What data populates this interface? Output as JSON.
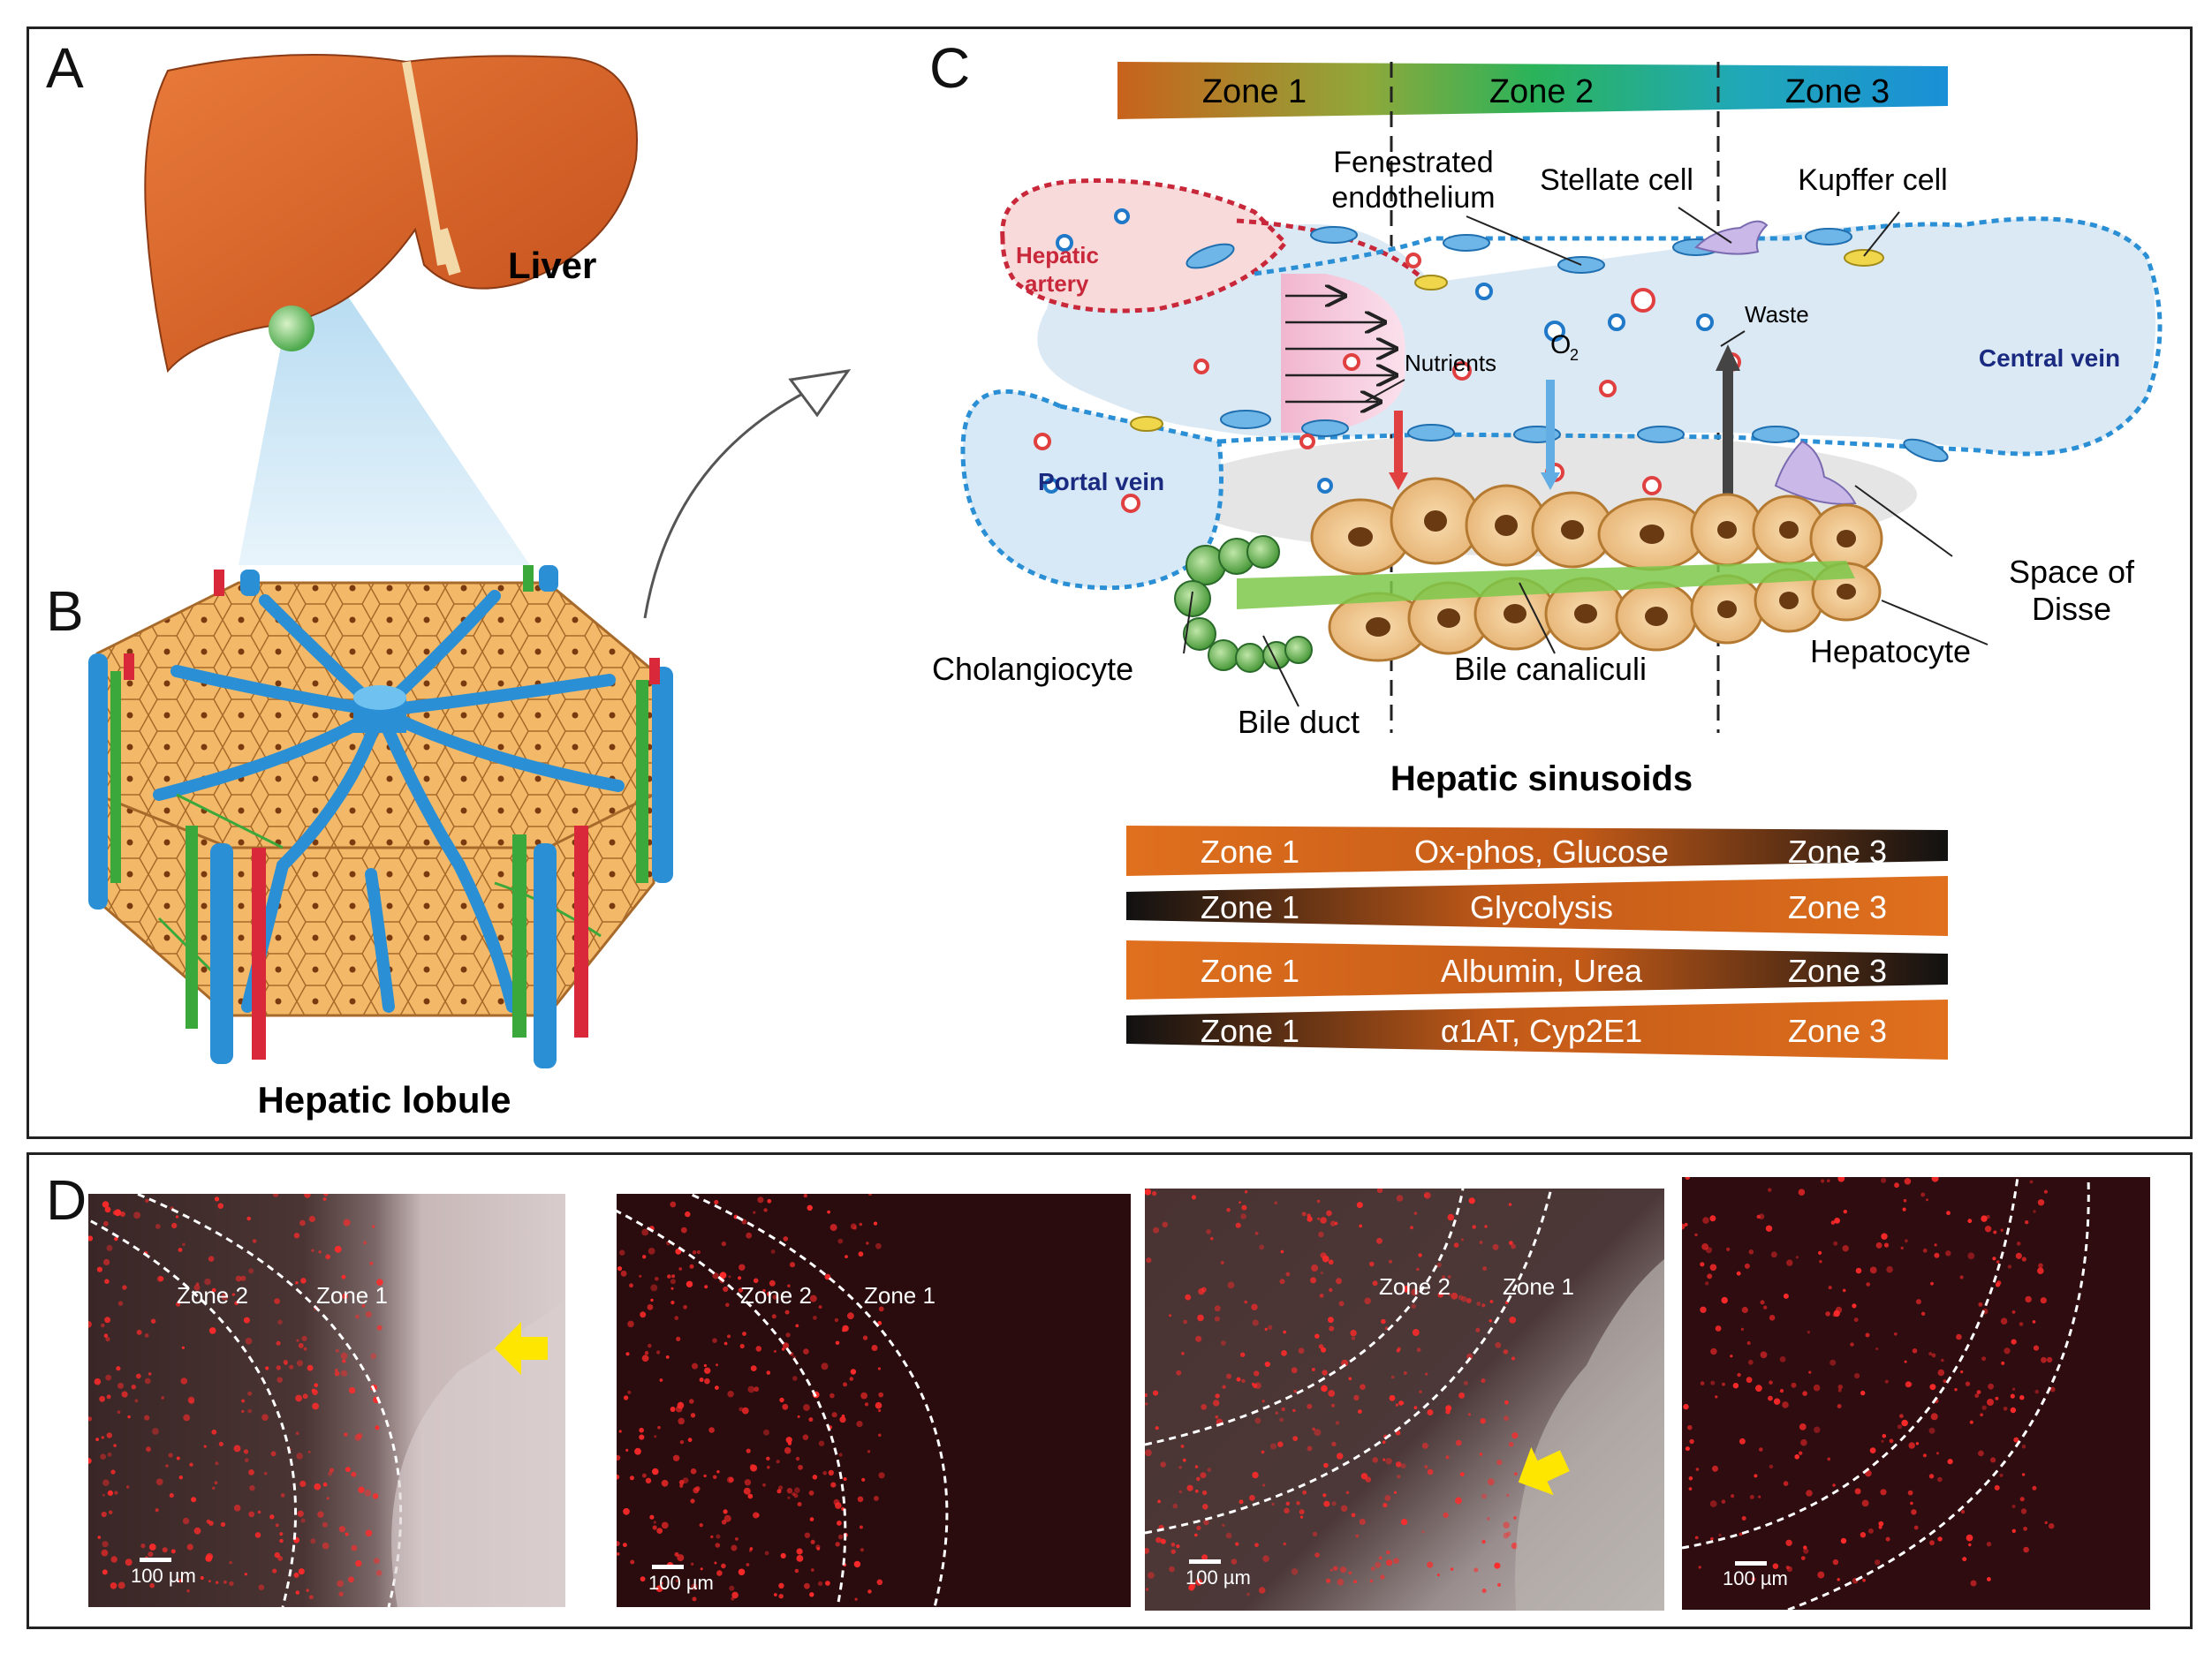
{
  "panels": {
    "a": "A",
    "b": "B",
    "c": "C",
    "d": "D"
  },
  "panel_a": {
    "liver_label": "Liver"
  },
  "panel_b": {
    "lobule_label": "Hepatic lobule"
  },
  "panel_c": {
    "zones": [
      "Zone 1",
      "Zone 2",
      "Zone 3"
    ],
    "labels": {
      "fenestrated_1": "Fenestrated",
      "fenestrated_2": "endothelium",
      "stellate": "Stellate cell",
      "kupffer": "Kupffer cell",
      "hepatic_artery_1": "Hepatic",
      "hepatic_artery_2": "artery",
      "nutrients": "Nutrients",
      "o2": "O",
      "o2_sub": "2",
      "waste": "Waste",
      "central_vein": "Central vein",
      "portal_vein": "Portal vein",
      "space_of_disse_1": "Space of",
      "space_of_disse_2": "Disse",
      "cholangiocyte": "Cholangiocyte",
      "bile_duct": "Bile duct",
      "bile_canaliculi": "Bile canaliculi",
      "hepatocyte": "Hepatocyte",
      "title": "Hepatic sinusoids"
    },
    "gradient_bars": [
      {
        "left": "Zone 1",
        "center": "Ox-phos, Glucose",
        "right": "Zone 3",
        "high_end": "left"
      },
      {
        "left": "Zone 1",
        "center": "Glycolysis",
        "right": "Zone 3",
        "high_end": "right"
      },
      {
        "left": "Zone 1",
        "center": "Albumin, Urea",
        "right": "Zone 3",
        "high_end": "left"
      },
      {
        "left": "Zone 1",
        "center": "α1AT, Cyp2E1",
        "right": "Zone 3",
        "high_end": "right"
      }
    ]
  },
  "panel_d": {
    "images": [
      {
        "zone_a": "Zone 2",
        "zone_b": "Zone 1",
        "scale": "100 µm",
        "arrow": true,
        "style": "bright"
      },
      {
        "zone_a": "Zone 2",
        "zone_b": "Zone 1",
        "scale": "100 µm",
        "arrow": false,
        "style": "dark"
      },
      {
        "zone_a": "Zone 2",
        "zone_b": "Zone 1",
        "scale": "100 µm",
        "arrow": true,
        "style": "bright"
      },
      {
        "zone_a": "",
        "zone_b": "",
        "scale": "100 µm",
        "arrow": false,
        "style": "dark"
      }
    ]
  },
  "colors": {
    "zone1": "#c8621c",
    "zone2": "#2bb35a",
    "zone3": "#1a8fd6",
    "orange": "#e0701e",
    "portal": "#1f78c8",
    "artery": "#c0282c",
    "hepatocyte": "#f2c98a",
    "fluor_red": "#ff2a2a",
    "arrow_yellow": "#ffe600"
  }
}
